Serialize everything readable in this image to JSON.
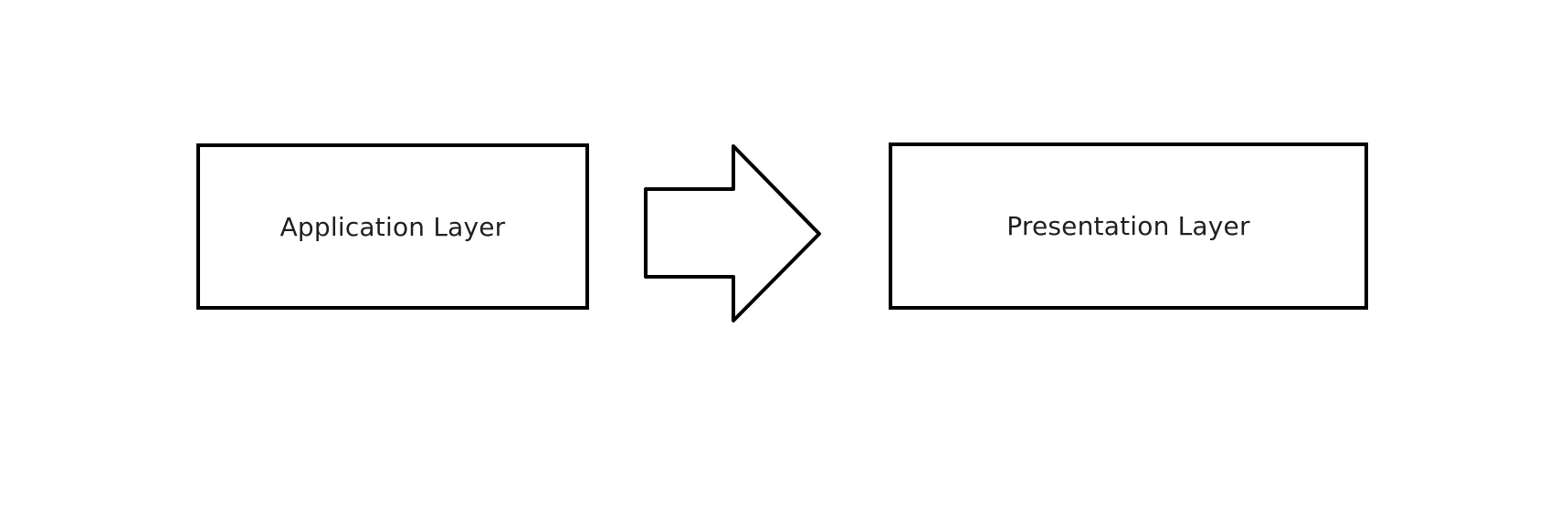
{
  "diagram": {
    "boxes": [
      {
        "id": "application",
        "label": "Application Layer"
      },
      {
        "id": "presentation",
        "label": "Presentation Layer"
      }
    ],
    "connector": {
      "icon": "right-arrow-icon",
      "direction": "right",
      "from": "Application Layer",
      "to": "Presentation Layer"
    },
    "colors": {
      "stroke": "#000000",
      "fill": "#ffffff",
      "text": "#1f1f1f",
      "background": "#ffffff"
    }
  }
}
